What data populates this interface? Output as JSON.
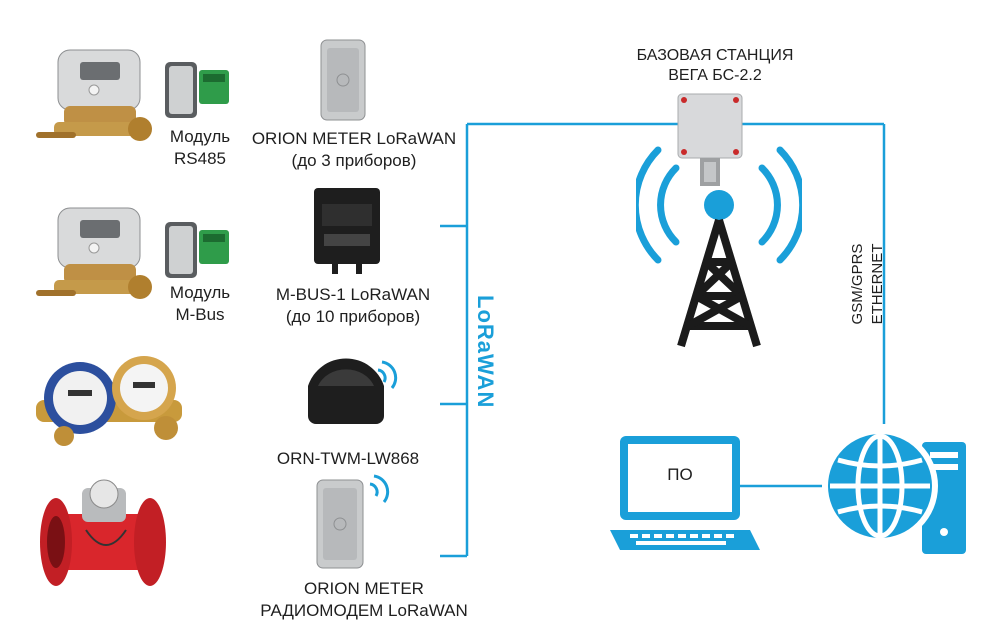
{
  "meters": {
    "rs485": {
      "module_label_1": "Модуль",
      "module_label_2": "RS485"
    },
    "mbus": {
      "module_label_1": "Модуль",
      "module_label_2": "M-Bus"
    }
  },
  "gateways": {
    "orion_meter": {
      "line1": "ORION METER LoRaWAN",
      "line2": "(до 3 приборов)"
    },
    "mbus1": {
      "line1": "M-BUS-1 LoRaWAN",
      "line2": "(до 10 приборов)"
    },
    "twm": {
      "line1": "ORN-TWM-LW868"
    },
    "radiomodem": {
      "line1": "ORION METER",
      "line2": "РАДИОМОДЕМ LoRaWAN"
    }
  },
  "bus_label": "LoRaWAN",
  "base_station": {
    "title_1": "БАЗОВАЯ СТАНЦИЯ",
    "title_2": "ВЕГА БС-2.2"
  },
  "uplink": {
    "line1": "GSM/GPRS",
    "line2": "ETHERNET"
  },
  "software": {
    "label": "ПО"
  },
  "colors": {
    "accent": "#1a9fd9",
    "dark": "#1b1b1b",
    "brass": "#b8862e",
    "red": "#d9262c"
  }
}
